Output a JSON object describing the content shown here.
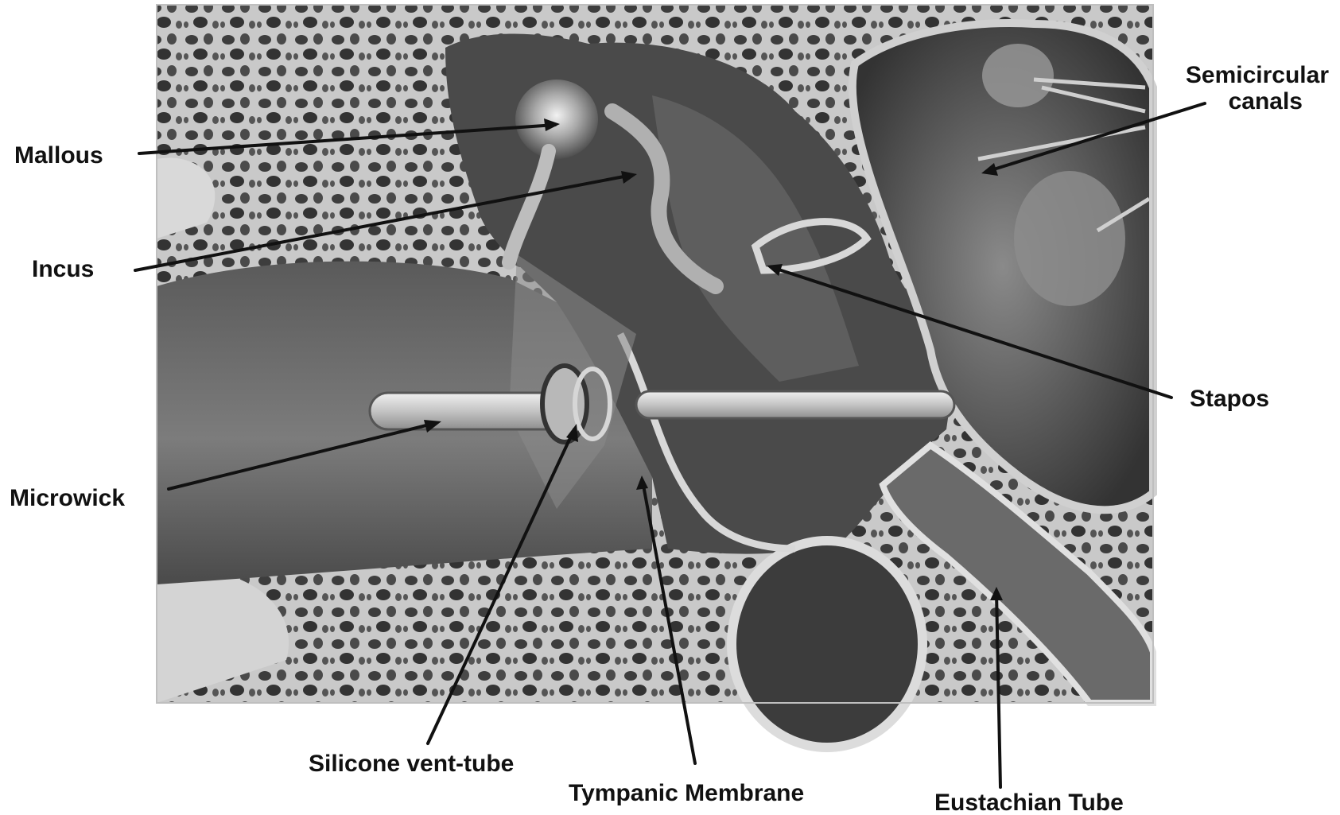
{
  "labels": {
    "mallous": "Mallous",
    "incus": "Incus",
    "microwick": "Microwick",
    "semicircular_line1": "Semicircular",
    "semicircular_line2": "canals",
    "stapos": "Stapos",
    "silicone_vent_tube": "Silicone vent-tube",
    "tympanic_membrane": "Tympanic Membrane",
    "eustachian_tube": "Eustachian Tube"
  },
  "colors": {
    "ink": "#111111",
    "bone_light": "#cfcfcf",
    "bone_mid": "#9a9a9a",
    "cavity_dark": "#3a3a3a",
    "canal_mid": "#6e6e6e",
    "tube_light": "#d8d8d8"
  }
}
